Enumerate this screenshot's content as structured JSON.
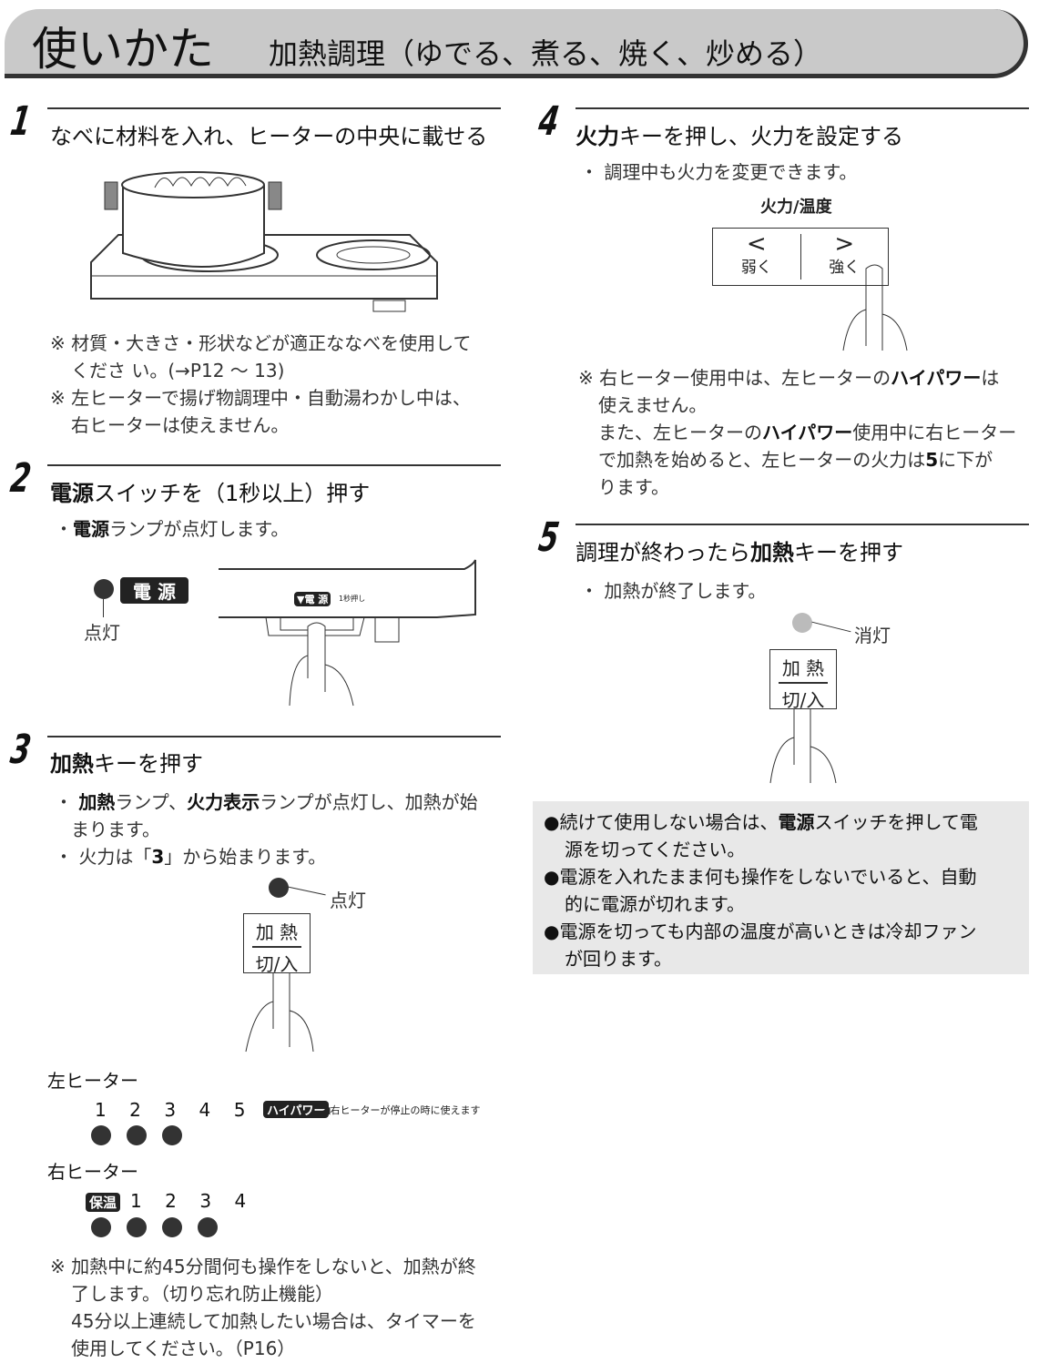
{
  "header": {
    "title": "使いかた",
    "subtitle": "加熱調理（ゆでる、煮る、焼く、炒める）"
  },
  "step1": {
    "number": "1",
    "heading": "なべに材料を入れ、ヒーターの中央に載せる",
    "notes": [
      "※ 材質・大きさ・形状などが適正ななべを使用して",
      "くださ い。(→P12 ～ 13)",
      "※ 左ヒーターで揚げ物調理中・自動湯わかし中は、",
      "右ヒーターは使えません。"
    ]
  },
  "step2": {
    "number": "2",
    "heading_bold": "電源",
    "heading_rest": "スイッチを（1秒以上）押す",
    "bullet_bold": "電源",
    "bullet_rest": "ランプが点灯します。",
    "bullet_mark": "・",
    "panel_label": "電 源",
    "lamp_label": "点灯",
    "device_label": "▼電 源",
    "device_hint": "1秒押し"
  },
  "step3": {
    "number": "3",
    "heading_bold": "加熱",
    "heading_rest": "キーを押す",
    "bullet1": {
      "b1": "加熱",
      "t1": "ランプ、",
      "b2": "火力表示",
      "t2": "ランプが点灯し、加熱が始",
      "cont": "まります。"
    },
    "bullet2": {
      "t1": "火力は「",
      "b": "3",
      "t2": "」から始まります。"
    },
    "lamp_label": "点灯",
    "key_top": "加 熱",
    "key_bottom": "切/入",
    "left_heater": {
      "label": "左ヒーター",
      "levels": [
        "1",
        "2",
        "3",
        "4",
        "5"
      ],
      "badge": "ハイパワー",
      "hint": "◀右ヒーターが停止の時に使えます",
      "lit": 3
    },
    "right_heater": {
      "label": "右ヒーター",
      "badge": "保温",
      "levels": [
        "1",
        "2",
        "3",
        "4"
      ],
      "lit": 4
    },
    "notes": [
      "※ 加熱中に約45分間何も操作をしないと、加熱が終",
      "了します。（切り忘れ防止機能）",
      "45分以上連続して加熱したい場合は、タイマーを",
      "使用してください。（P16）"
    ]
  },
  "step4": {
    "number": "4",
    "heading_bold": "火力",
    "heading_rest": "キーを押し、火力を設定する",
    "bullet": "・ 調理中も火力を変更できます。",
    "key_title": "火力/温度",
    "key_left_symbol": "<",
    "key_left": "弱く",
    "key_right_symbol": ">",
    "key_right": "強く",
    "notes": {
      "l1a": "※ 右ヒーター使用中は、左ヒーターの",
      "l1b": "ハイパワー",
      "l1c": "は",
      "l2": "使えません。",
      "l3a": "また、左ヒーターの",
      "l3b": "ハイパワー",
      "l3c": "使用中に右ヒーター",
      "l4a": "で加熱を始めると、左ヒーターの火力は",
      "l4b": "5",
      "l4c": "に下が",
      "l5": "ります。"
    }
  },
  "step5": {
    "number": "5",
    "heading_a": "調理が終わったら",
    "heading_bold": "加熱",
    "heading_rest": "キーを押す",
    "bullet": "・ 加熱が終了します。",
    "lamp_label": "消灯",
    "key_top": "加 熱",
    "key_bottom": "切/入"
  },
  "info_box": {
    "l1a": "●続けて使用しない場合は、",
    "l1b": "電源",
    "l1c": "スイッチを押して電",
    "l2": "源を切ってください。",
    "l3": "●電源を入れたまま何も操作をしないでいると、自動",
    "l4": "的に電源が切れます。",
    "l5": "●電源を切っても内部の温度が高いときは冷却ファン",
    "l6": "が回ります。"
  }
}
